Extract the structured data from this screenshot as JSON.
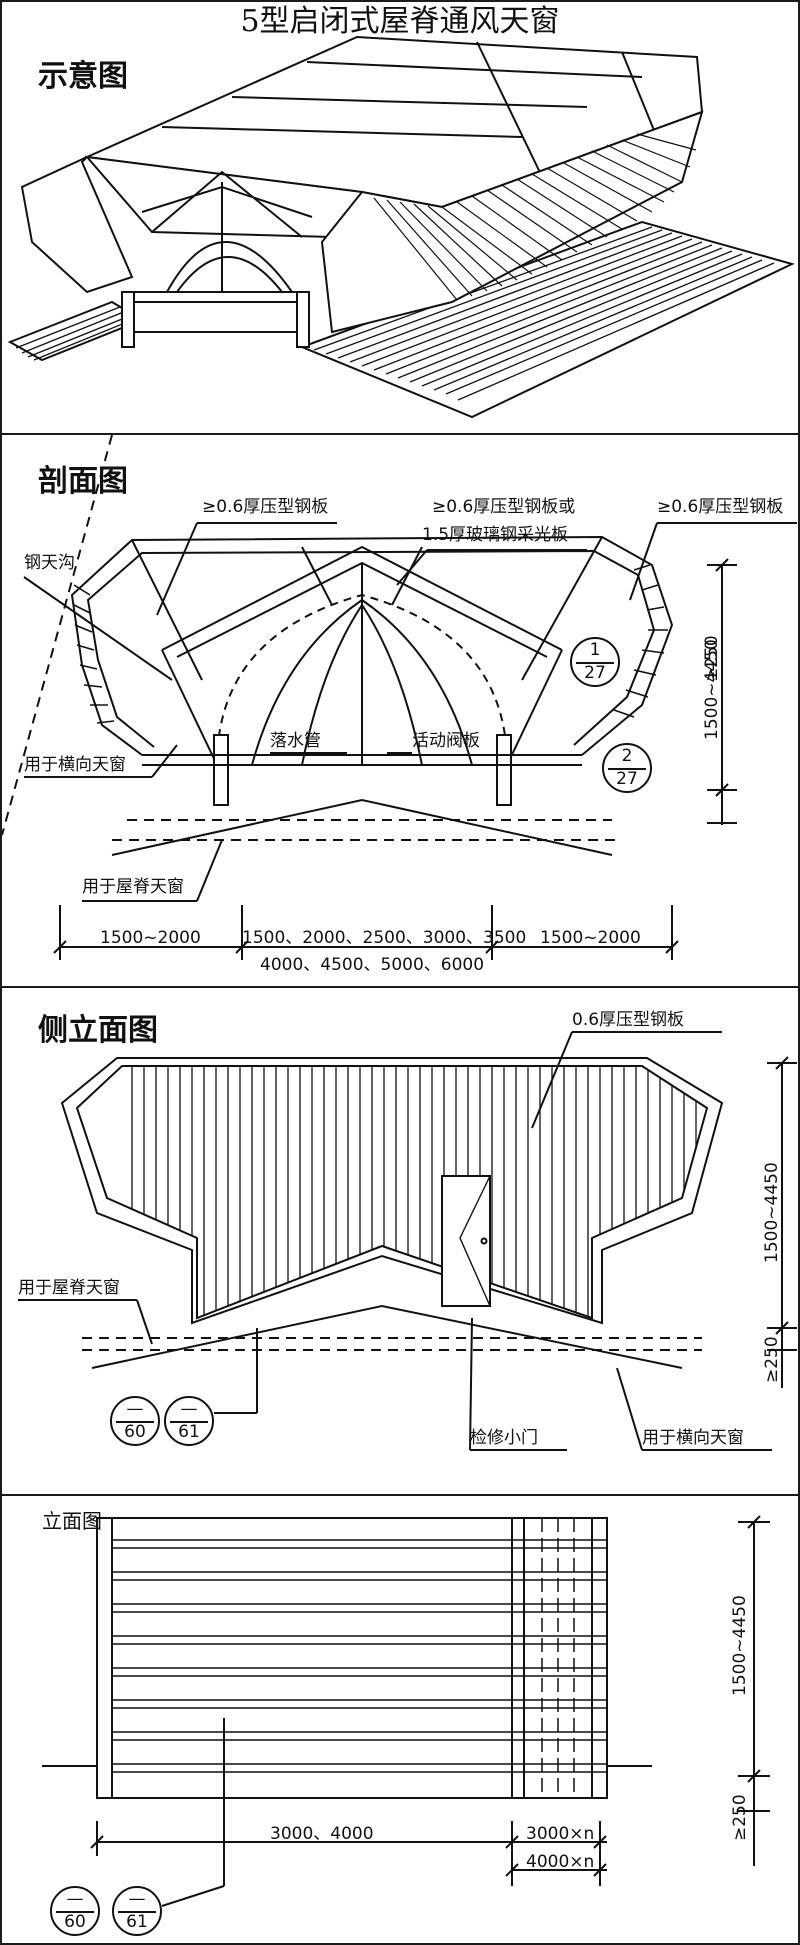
{
  "title": "5型启闭式屋脊通风天窗",
  "panels": {
    "schematic": {
      "title": "示意图"
    },
    "section": {
      "title": "剖面图",
      "labels": {
        "steel_plate_left": "≥0.6厚压型钢板",
        "steel_or_fiberglass_l1": "≥0.6厚压型钢板或",
        "steel_or_fiberglass_l2": "1.5厚玻璃钢采光板",
        "steel_plate_right": "≥0.6厚压型钢板",
        "gutter": "钢天沟",
        "downpipe": "落水管",
        "damper": "活动阀板",
        "transverse": "用于横向天窗",
        "ridge": "用于屋脊天窗",
        "dim_left": "1500~2000",
        "dim_mid_1": "1500、2000、2500、3000、3500",
        "dim_mid_2": "4000、4500、5000、6000",
        "dim_right": "1500~2000",
        "dim_height": "1500~4450",
        "dim_base": "≥250"
      },
      "callouts": [
        {
          "top": "1",
          "bottom": "27"
        },
        {
          "top": "2",
          "bottom": "27"
        }
      ]
    },
    "side": {
      "title": "侧立面图",
      "labels": {
        "steel_plate": "0.6厚压型钢板",
        "ridge": "用于屋脊天窗",
        "door": "检修小门",
        "transverse": "用于横向天窗",
        "dim_height": "1500~4450",
        "dim_base": "≥250"
      },
      "callouts": [
        {
          "top": "—",
          "bottom": "60"
        },
        {
          "top": "—",
          "bottom": "61"
        }
      ]
    },
    "elevation": {
      "title": "立面图",
      "labels": {
        "dim_width": "3000、4000",
        "dim_mult_1": "3000×n",
        "dim_mult_2": "4000×n",
        "dim_height": "1500~4450",
        "dim_base": "≥250"
      },
      "callouts": [
        {
          "top": "—",
          "bottom": "60"
        },
        {
          "top": "—",
          "bottom": "61"
        }
      ]
    }
  }
}
